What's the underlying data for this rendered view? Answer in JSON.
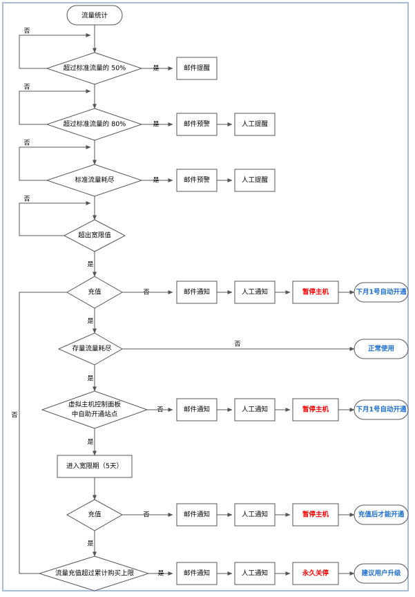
{
  "diagram": {
    "title_node": "流量统计",
    "nodes": {
      "start": "流量统计",
      "d50": "超过标准流量的 50%",
      "d80": "超过标准流量的 80%",
      "d_std_used": "标准流量耗尽",
      "d_over_grace": "超出宽限值",
      "d_recharge1": "充值",
      "d_stock_used": "存量流量耗尽",
      "d_panel_l1": "虚拟主机控制面板",
      "d_panel_l2": "中自助开通站点",
      "p_grace": "进入宽限期（5天）",
      "d_recharge2": "充值",
      "d_over_cap": "流量充值超过累计购买上限",
      "mail_remind": "邮件提醒",
      "mail_warn_1": "邮件预警",
      "manual_remind_1": "人工提醒",
      "mail_warn_2": "邮件预警",
      "manual_remind_2": "人工提醒",
      "mail_notice_1": "邮件通知",
      "manual_notice_1": "人工通知",
      "suspend_1": "暂停主机",
      "auto_open_1": "下月1号自动开通",
      "normal_use": "正常使用",
      "mail_notice_2": "邮件通知",
      "manual_notice_2": "人工通知",
      "suspend_2": "暂停主机",
      "auto_open_2": "下月1号自动开通",
      "mail_notice_3": "邮件通知",
      "manual_notice_3": "人工通知",
      "suspend_3": "暂停主机",
      "recharge_open": "充值后才能开通",
      "mail_notice_4": "邮件通知",
      "manual_notice_4": "人工通知",
      "permanent_stop": "永久关停",
      "suggest_upgrade": "建议用户升级"
    },
    "edge_labels": {
      "no_50": "否",
      "yes_50": "是",
      "no_80": "否",
      "yes_80": "是",
      "no_std": "否",
      "yes_std": "是",
      "no_grace": "否",
      "yes_grace": "是",
      "no_recharge1": "否",
      "yes_recharge1": "是",
      "no_stock": "否",
      "yes_stock": "是",
      "no_panel": "否",
      "yes_panel": "是",
      "no_recharge2": "否",
      "yes_recharge2": "是",
      "no_long_left": "否",
      "yes_over_cap": "是"
    },
    "colors": {
      "frame": "#a8bcd4",
      "stroke": "#555555",
      "red_text": "#ff0000",
      "blue_text": "#1f6fd0",
      "background": "#ffffff"
    }
  }
}
